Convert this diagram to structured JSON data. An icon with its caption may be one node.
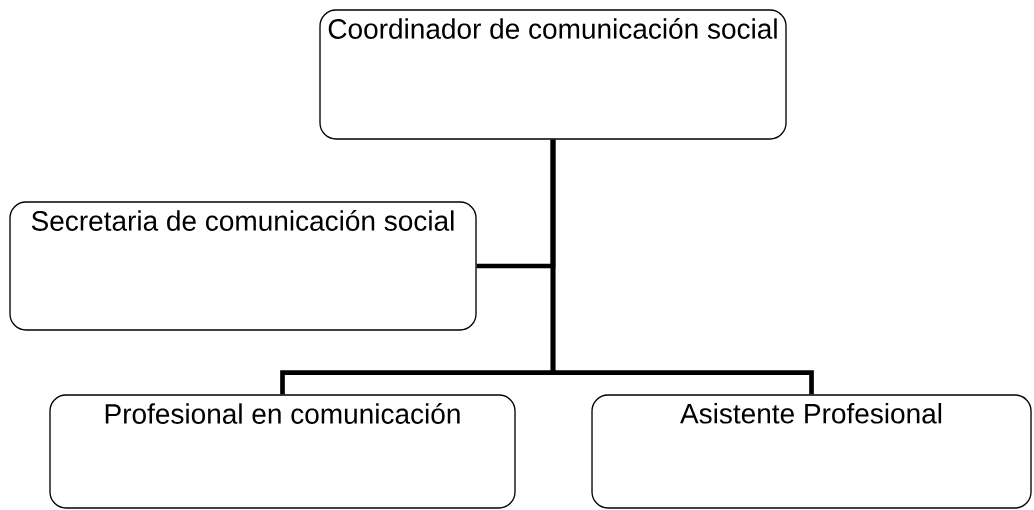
{
  "diagram": {
    "nodes": [
      {
        "text": [
          "Coordinador de comunicación social"
        ]
      },
      {
        "text": [
          "Secretaria de comunicación social"
        ]
      },
      {
        "text": [
          "Profesional en comunicación"
        ]
      },
      {
        "text": [
          "Asistente Profesional"
        ]
      }
    ],
    "edges": [
      {
        "from": 0,
        "to": 1,
        "arrow": "none"
      },
      {
        "from": 0,
        "to": 2,
        "arrow": "none"
      },
      {
        "from": 0,
        "to": 3,
        "arrow": "none"
      }
    ]
  }
}
